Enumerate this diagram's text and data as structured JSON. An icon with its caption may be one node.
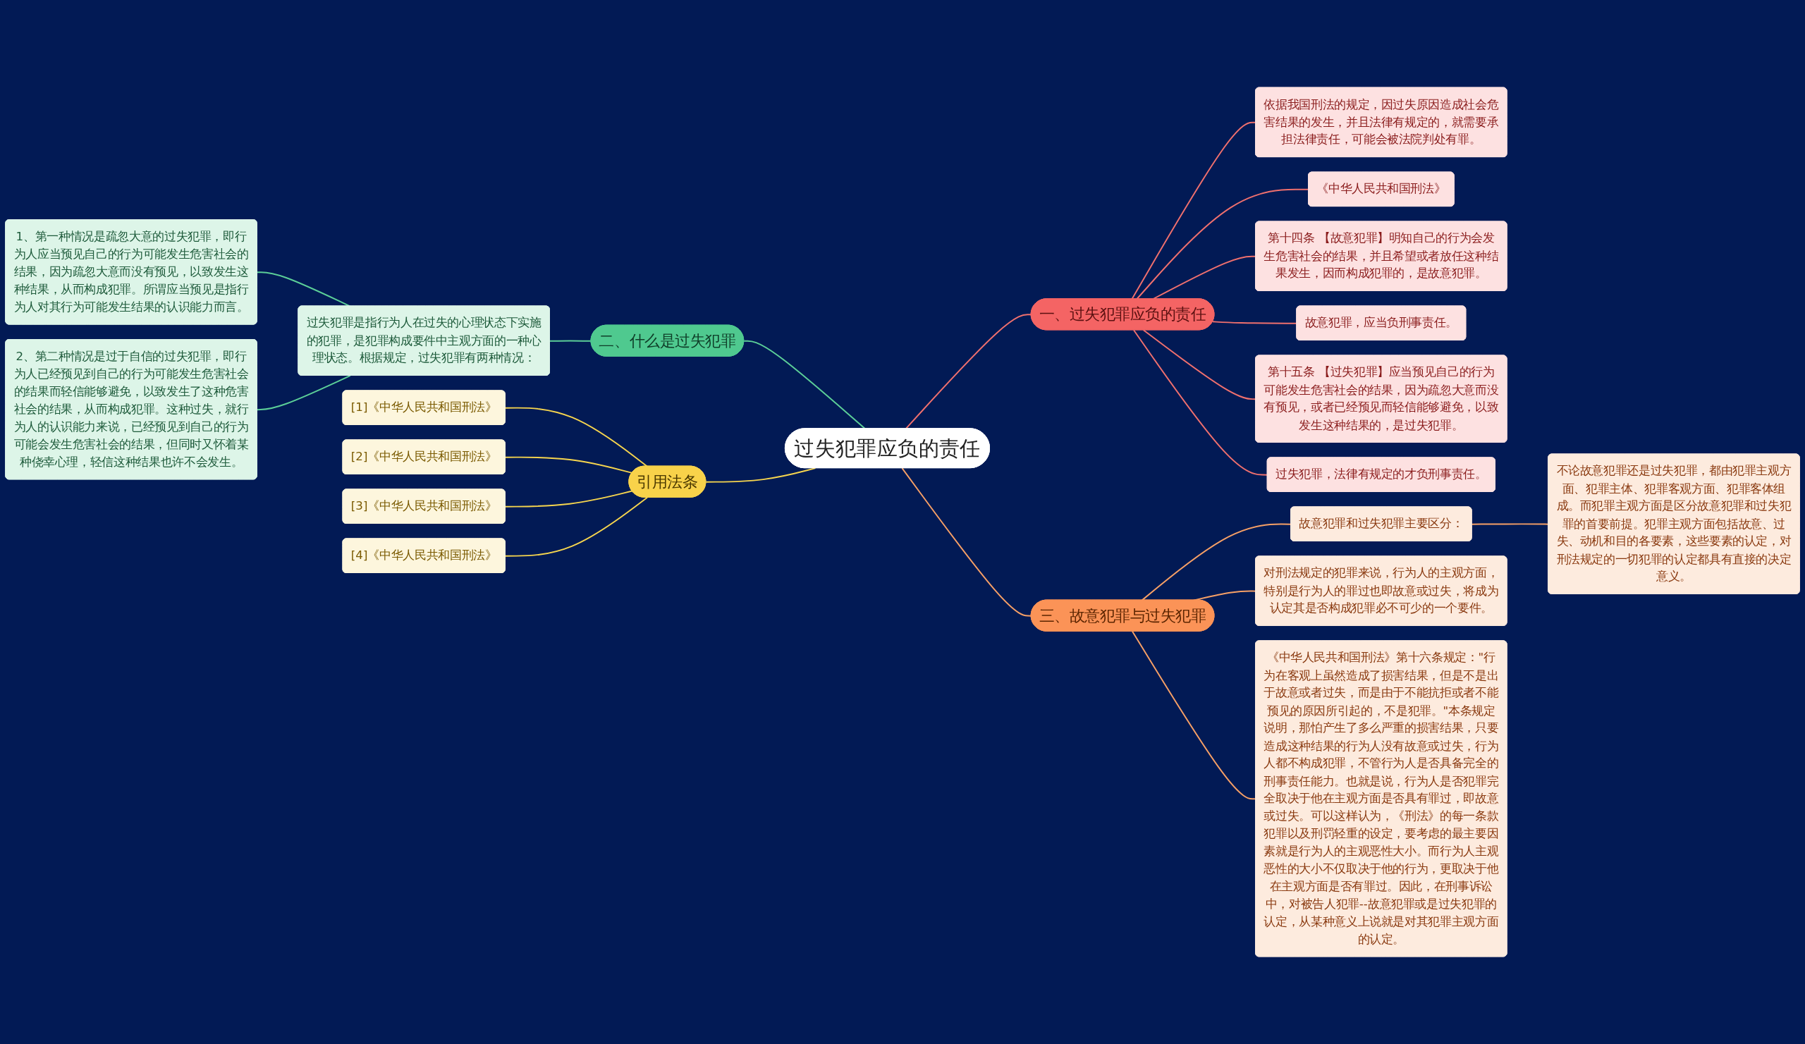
{
  "diagram": {
    "nodes": [
      {
        "text": [
          "过失犯罪应负的责任"
        ]
      },
      {
        "text": [
          "一、过失犯罪应负的责任"
        ]
      },
      {
        "text": [
          "依据我国刑法的规定，因过失原因造成社会危害结果的发生，并且法律有规定的，就需要承担法律责任，可能会被法院判处有罪。"
        ]
      },
      {
        "text": [
          "《中华人民共和国刑法》"
        ]
      },
      {
        "text": [
          "第十四条 【故意犯罪】明知自己的行为会发生危害社会的结果，并且希望或者放任这种结果发生，因而构成犯罪的，是故意犯罪。"
        ]
      },
      {
        "text": [
          "故意犯罪，应当负刑事责任。"
        ]
      },
      {
        "text": [
          "第十五条 【过失犯罪】应当预见自己的行为可能发生危害社会的结果，因为疏忽大意而没有预见，或者已经预见而轻信能够避免，以致发生这种结果的，是过失犯罪。"
        ]
      },
      {
        "text": [
          "过失犯罪，法律有规定的才负刑事责任。"
        ]
      },
      {
        "text": [
          "二、什么是过失犯罪"
        ]
      },
      {
        "text": [
          "过失犯罪是指行为人在过失的心理状态下实施的犯罪，是犯罪构成要件中主观方面的一种心理状态。根据规定，过失犯罪有两种情况："
        ]
      },
      {
        "text": [
          "1、第一种情况是疏忽大意的过失犯罪，即行为人应当预见自己的行为可能发生危害社会的结果，因为疏忽大意而没有预见，以致发生这种结果，从而构成犯罪。所谓应当预见是指行为人对其行为可能发生结果的认识能力而言。"
        ]
      },
      {
        "text": [
          "2、第二种情况是过于自信的过失犯罪，即行为人已经预见到自己的行为可能发生危害社会的结果而轻信能够避免，以致发生了这种危害社会的结果，从而构成犯罪。这种过失，就行为人的认识能力来说，已经预见到自己的行为可能会发生危害社会的结果，但同时又怀着某种侥幸心理，轻信这种结果也许不会发生。"
        ]
      },
      {
        "text": [
          "引用法条"
        ]
      },
      {
        "text": [
          "[1]《中华人民共和国刑法》"
        ]
      },
      {
        "text": [
          "[2]《中华人民共和国刑法》"
        ]
      },
      {
        "text": [
          "[3]《中华人民共和国刑法》"
        ]
      },
      {
        "text": [
          "[4]《中华人民共和国刑法》"
        ]
      },
      {
        "text": [
          "三、故意犯罪与过失犯罪"
        ]
      },
      {
        "text": [
          "故意犯罪和过失犯罪主要区分："
        ]
      },
      {
        "text": [
          "不论故意犯罪还是过失犯罪，都由犯罪主观方面、犯罪主体、犯罪客观方面、犯罪客体组成。而犯罪主观方面是区分故意犯罪和过失犯罪的首要前提。犯罪主观方面包括故意、过失、动机和目的各要素，这些要素的认定，对刑法规定的一切犯罪的认定都具有直接的决定意义。"
        ]
      },
      {
        "text": [
          "对刑法规定的犯罪来说，行为人的主观方面，特别是行为人的罪过也即故意或过失，将成为认定其是否构成犯罪必不可少的一个要件。"
        ]
      },
      {
        "text": [
          "《中华人民共和国刑法》第十六条规定：\"行为在客观上虽然造成了损害结果，但是不是出于故意或者过失，而是由于不能抗拒或者不能预见的原因所引起的，不是犯罪。\"本条规定说明，那怕产生了多么严重的损害结果，只要造成这种结果的行为人没有故意或过失，行为人都不构成犯罪，不管行为人是否具备完全的刑事责任能力。也就是说，行为人是否犯罪完全取决于他在主观方面是否具有罪过，即故意或过失。可以这样认为，《刑法》的每一条款犯罪以及刑罚轻重的设定，要考虑的最主要因素就是行为人的主观恶性大小。而行为人主观恶性的大小不仅取决于他的行为，更取决于他在主观方面是否有罪过。因此，在刑事诉讼中，对被告人犯罪--故意犯罪或是过失犯罪的认定，从某种意义上说就是对其犯罪主观方面的认定。"
        ]
      }
    ],
    "edges": [
      {
        "from": 0,
        "to": 1,
        "arrow": "none",
        "color": "#f0706e"
      },
      {
        "from": 1,
        "to": 2,
        "arrow": "none",
        "color": "#f0706e"
      },
      {
        "from": 1,
        "to": 3,
        "arrow": "none",
        "color": "#f0706e"
      },
      {
        "from": 1,
        "to": 4,
        "arrow": "none",
        "color": "#f0706e"
      },
      {
        "from": 1,
        "to": 5,
        "arrow": "none",
        "color": "#f0706e"
      },
      {
        "from": 1,
        "to": 6,
        "arrow": "none",
        "color": "#f0706e"
      },
      {
        "from": 1,
        "to": 7,
        "arrow": "none",
        "color": "#f0706e"
      },
      {
        "from": 8,
        "to": 0,
        "arrow": "none",
        "color": "#5ccf98"
      },
      {
        "from": 9,
        "to": 8,
        "arrow": "none",
        "color": "#5ccf98"
      },
      {
        "from": 10,
        "to": 9,
        "arrow": "none",
        "color": "#5ccf98"
      },
      {
        "from": 11,
        "to": 9,
        "arrow": "none",
        "color": "#5ccf98"
      },
      {
        "from": 12,
        "to": 0,
        "arrow": "none",
        "color": "#f6d54e"
      },
      {
        "from": 13,
        "to": 12,
        "arrow": "none",
        "color": "#f6d54e"
      },
      {
        "from": 14,
        "to": 12,
        "arrow": "none",
        "color": "#f6d54e"
      },
      {
        "from": 15,
        "to": 12,
        "arrow": "none",
        "color": "#f6d54e"
      },
      {
        "from": 16,
        "to": 12,
        "arrow": "none",
        "color": "#f6d54e"
      },
      {
        "from": 0,
        "to": 17,
        "arrow": "none",
        "color": "#f7a066"
      },
      {
        "from": 17,
        "to": 18,
        "arrow": "none",
        "color": "#f7a066"
      },
      {
        "from": 18,
        "to": 19,
        "arrow": "none",
        "color": "#f7a066"
      },
      {
        "from": 17,
        "to": 20,
        "arrow": "none",
        "color": "#f7a066"
      },
      {
        "from": 17,
        "to": 21,
        "arrow": "none",
        "color": "#f7a066"
      }
    ]
  }
}
